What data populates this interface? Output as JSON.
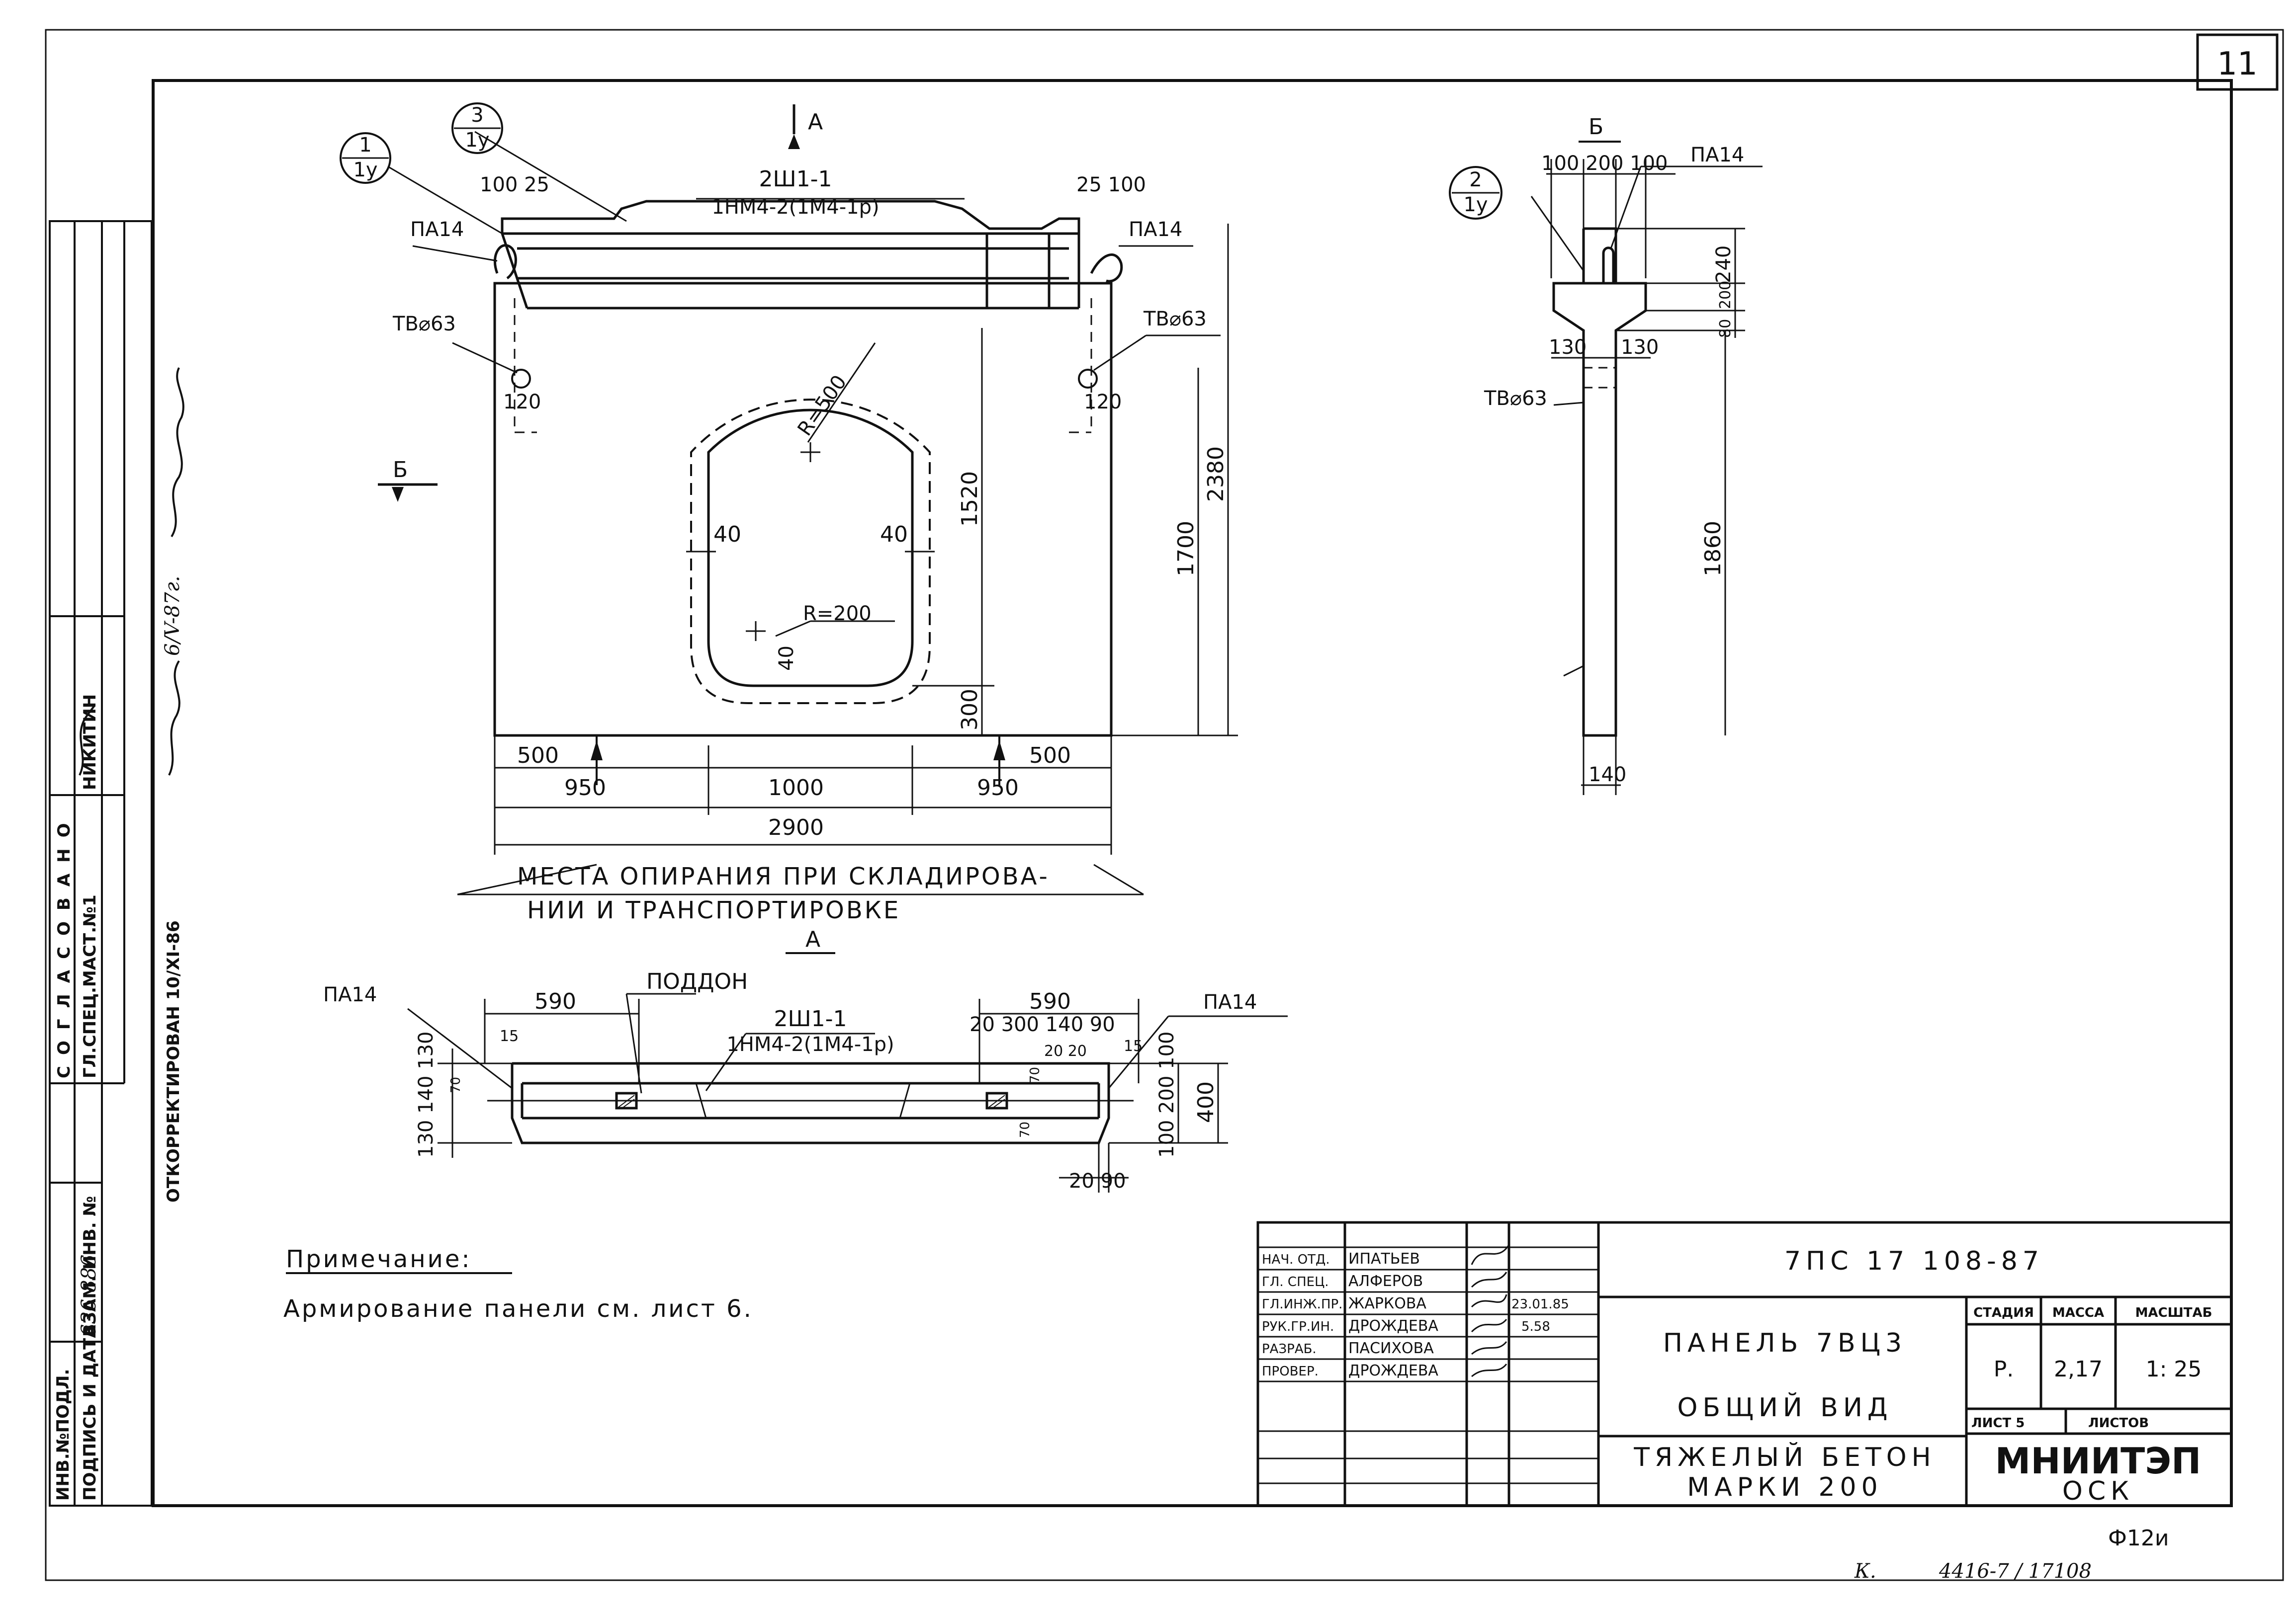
{
  "sheet": {
    "sheet_number": "11",
    "note_title": "Примечание:",
    "note_text": "Армирование панели см. лист 6.",
    "bottom_code_1": "Ф12и",
    "bottom_code_2": "4416-7 / 17108",
    "bottom_mark": "К."
  },
  "side_block": {
    "agreed": "СОГЛАСОВАНО",
    "spec_col_1": "ГЛ.СПЕЦ.МАСТ.№1",
    "spec_col_2": "НИКИТИН",
    "corrected_1": "ОТКОРРЕКТИРОВАН 10/XI-86",
    "corrected_2": "6/V-87г.",
    "inv_1": "ВЗАМ. ИНВ. №",
    "inv_2": "ПОДПИСЬ И ДАТА",
    "inv_3": "ИНВ.№ПОДЛ.",
    "inv_number": "636 886"
  },
  "front_view": {
    "section_a": "А",
    "section_b": "Б",
    "callout_1": {
      "top": "1",
      "bottom": "1у"
    },
    "callout_3": {
      "top": "3",
      "bottom": "1у"
    },
    "beam_label_1": "2Ш1-1",
    "beam_label_2": "1НМ4-2(1М4-1р)",
    "left_top_dim": "100 25",
    "right_top_dim": "25 100",
    "loop_left": "ПА14",
    "loop_right": "ПА14",
    "tube_left": "ТВ⌀63",
    "tube_right": "ТВ⌀63",
    "dim_120_left": "120",
    "dim_120_right": "120",
    "radius_top": "R=500",
    "radius_bottom": "R=200",
    "dim_40_left": "40",
    "dim_40_right": "40",
    "dim_40_bottom": "40",
    "dim_1520": "1520",
    "dim_300": "300",
    "dim_1700": "1700",
    "dim_2380": "2380",
    "dim_500_left": "500",
    "dim_500_right": "500",
    "dim_950_left": "950",
    "dim_950_right": "950",
    "dim_1000": "1000",
    "dim_2900": "2900",
    "support_note_1": "МЕСТА ОПИРАНИЯ ПРИ СКЛАДИРОВА-",
    "support_note_2": "НИИ И ТРАНСПОРТИРОВКЕ"
  },
  "side_view": {
    "title": "Б",
    "callout_2": {
      "top": "2",
      "bottom": "1у"
    },
    "top_dims": "100 200 100",
    "loop": "ПА14",
    "dim_240": "240",
    "dim_200": "200",
    "dim_80": "80",
    "dim_130_left": "130",
    "dim_130_right": "130",
    "tube": "ТВ⌀63",
    "dim_1860": "1860",
    "dim_140": "140"
  },
  "plan_view": {
    "title": "А",
    "loop_left": "ПА14",
    "loop_right": "ПА14",
    "dim_590_left": "590",
    "dim_590_right": "590",
    "pallet": "ПОДДОН",
    "beam_label_1": "2Ш1-1",
    "beam_label_2": "1НМ4-2(1М4-1р)",
    "dim_15_left": "15",
    "dim_15_right": "15",
    "right_top_dims": "20 300 140 90",
    "right_mid_dims": "20 20",
    "left_dims": "130 140 130",
    "left_small": "70",
    "right_dims": "100 200 100",
    "dim_400": "400",
    "dim_70_a": "70",
    "dim_70_b": "70",
    "bottom_dims": "20 90"
  },
  "title_block": {
    "doc_code": "7ПС 17 108-87",
    "product_1": "ПАНЕЛЬ 7ВЦ3",
    "product_2": "ОБЩИЙ ВИД",
    "material_1": "ТЯЖЕЛЫЙ БЕТОН",
    "material_2": "МАРКИ 200",
    "stage_h": "СТАДИЯ",
    "mass_h": "МАССА",
    "scale_h": "МАСШТАБ",
    "stage": "Р.",
    "mass": "2,17",
    "scale": "1: 25",
    "sheet_h": "ЛИСТ 5",
    "sheets_h": "ЛИСТОВ",
    "org_1": "МНИИТЭП",
    "org_2": "ОСК",
    "date_1": "23.01.85",
    "date_2": "5.58",
    "people": [
      {
        "role": "НАЧ. ОТД.",
        "name": "ИПАТЬЕВ"
      },
      {
        "role": "ГЛ. СПЕЦ.",
        "name": "АЛФЕРОВ"
      },
      {
        "role": "ГЛ.ИНЖ.ПР.",
        "name": "ЖАРКОВА"
      },
      {
        "role": "РУК.ГР.ИН.",
        "name": "ДРОЖДЕВА"
      },
      {
        "role": "РАЗРАБ.",
        "name": "ПАСИХОВА"
      },
      {
        "role": "ПРОВЕР.",
        "name": "ДРОЖДЕВА"
      }
    ]
  }
}
